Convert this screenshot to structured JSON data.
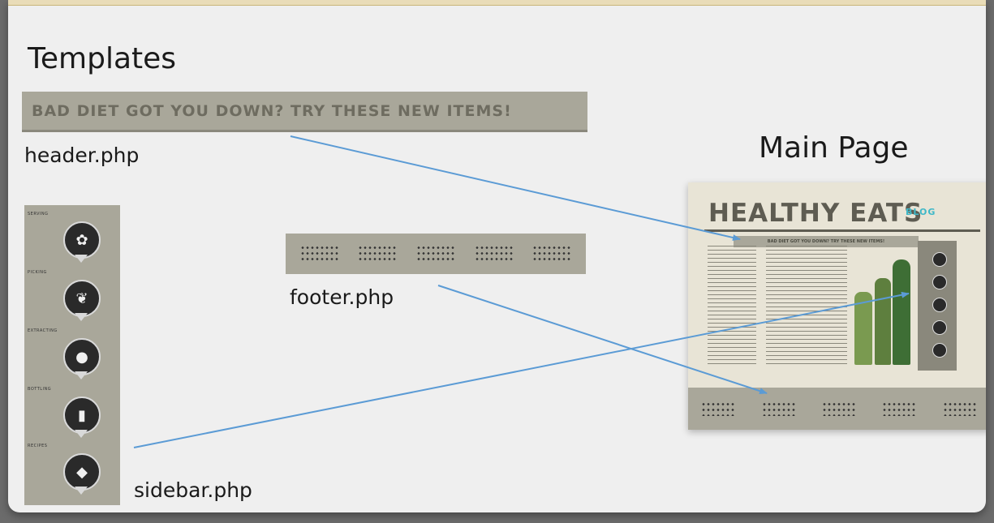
{
  "labels": {
    "templates": "Templates",
    "header_file": "header.php",
    "footer_file": "footer.php",
    "sidebar_file": "sidebar.php",
    "main_page": "Main Page"
  },
  "header_banner": {
    "text": "BAD DIET GOT YOU DOWN? TRY THESE NEW ITEMS!"
  },
  "sidebar": {
    "items": [
      {
        "label": "SERVING",
        "icon": "sprig-icon",
        "glyph": "✿"
      },
      {
        "label": "PICKING",
        "icon": "olive-branch-icon",
        "glyph": "❦"
      },
      {
        "label": "EXTRACTING",
        "icon": "drop-icon",
        "glyph": "●"
      },
      {
        "label": "BOTTLING",
        "icon": "bottle-icon",
        "glyph": "▮"
      },
      {
        "label": "RECIPES",
        "icon": "jar-icon",
        "glyph": "◆"
      }
    ]
  },
  "main_page": {
    "title": "HEALTHY EATS",
    "badge": "BLOG",
    "header_text": "BAD DIET GOT YOU DOWN? TRY THESE NEW ITEMS!"
  },
  "colors": {
    "arrow": "#5b9bd5",
    "panel": "#a9a79a",
    "accent": "#3fb8c8"
  }
}
